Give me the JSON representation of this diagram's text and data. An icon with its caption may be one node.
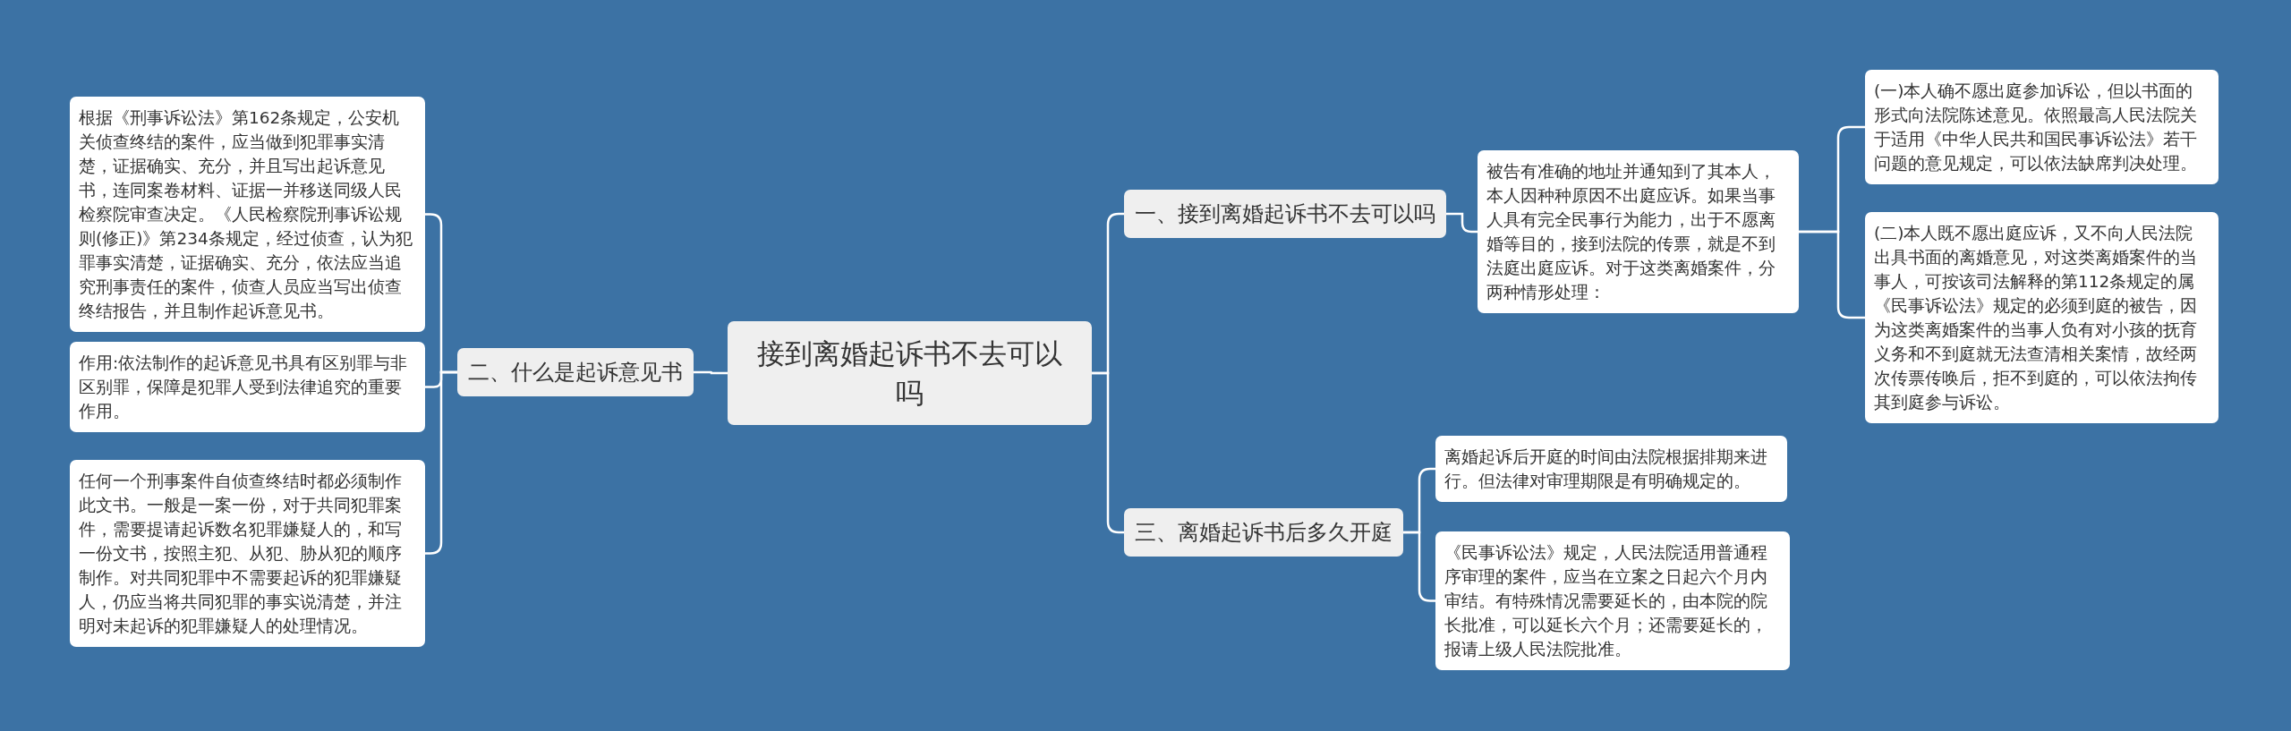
{
  "diagram": {
    "nodes": [
      {
        "text": [
          "接到离婚起诉书不去可以吗"
        ]
      },
      {
        "text": [
          "一、接到离婚起诉书不去可以吗"
        ]
      },
      {
        "text": [
          "被告有准确的地址并通知到了其本人，本人因种种原因不出庭应诉。如果当事人具有完全民事行为能力，出于不愿离婚等目的，接到法院的传票，就是不到法庭出庭应诉。对于这类离婚案件，分两种情形处理："
        ]
      },
      {
        "text": [
          "(一)本人确不愿出庭参加诉讼，但以书面的形式向法院陈述意见。依照最高人民法院关于适用《中华人民共和国民事诉讼法》若干问题的意见规定，可以依法缺席判决处理。"
        ]
      },
      {
        "text": [
          "(二)本人既不愿出庭应诉，又不向人民法院出具书面的离婚意见，对这类离婚案件的当事人，可按该司法解释的第112条规定的属《民事诉讼法》规定的必须到庭的被告，因为这类离婚案件的当事人负有对小孩的抚育义务和不到庭就无法查清相关案情，故经两次传票传唤后，拒不到庭的，可以依法拘传其到庭参与诉讼。"
        ]
      },
      {
        "text": [
          "二、什么是起诉意见书"
        ]
      },
      {
        "text": [
          "根据《刑事诉讼法》第162条规定，公安机关侦查终结的案件，应当做到犯罪事实清楚，证据确实、充分，并且写出起诉意见书，连同案卷材料、证据一并移送同级人民检察院审查决定。《人民检察院刑事诉讼规则(修正)》第234条规定，经过侦查，认为犯罪事实清楚，证据确实、充分，依法应当追究刑事责任的案件，侦查人员应当写出侦查终结报告，并且制作起诉意见书。"
        ]
      },
      {
        "text": [
          "作用:依法制作的起诉意见书具有区别罪与非区别罪，保障是犯罪人受到法律追究的重要作用。"
        ]
      },
      {
        "text": [
          "任何一个刑事案件自侦查终结时都必须制作此文书。一般是一案一份，对于共同犯罪案件，需要提请起诉数名犯罪嫌疑人的，和写一份文书，按照主犯、从犯、胁从犯的顺序制作。对共同犯罪中不需要起诉的犯罪嫌疑人，仍应当将共同犯罪的事实说清楚，并注明对未起诉的犯罪嫌疑人的处理情况。"
        ]
      },
      {
        "text": [
          "三、离婚起诉书后多久开庭"
        ]
      },
      {
        "text": [
          "离婚起诉后开庭的时间由法院根据排期来进行。但法律对审理期限是有明确规定的。"
        ]
      },
      {
        "text": [
          "《民事诉讼法》规定，人民法院适用普通程序审理的案件，应当在立案之日起六个月内审结。有特殊情况需要延长的，由本院的院长批准，可以延长六个月；还需要延长的，报请上级人民法院批准。"
        ]
      }
    ],
    "edges": [
      {
        "from": 0,
        "to": 1,
        "arrow": "none"
      },
      {
        "from": 1,
        "to": 2,
        "arrow": "none"
      },
      {
        "from": 2,
        "to": 3,
        "arrow": "none"
      },
      {
        "from": 2,
        "to": 4,
        "arrow": "none"
      },
      {
        "from": 0,
        "to": 5,
        "arrow": "none"
      },
      {
        "from": 5,
        "to": 6,
        "arrow": "none"
      },
      {
        "from": 5,
        "to": 7,
        "arrow": "none"
      },
      {
        "from": 5,
        "to": 8,
        "arrow": "none"
      },
      {
        "from": 0,
        "to": 9,
        "arrow": "none"
      },
      {
        "from": 9,
        "to": 10,
        "arrow": "none"
      },
      {
        "from": 9,
        "to": 11,
        "arrow": "none"
      }
    ]
  }
}
